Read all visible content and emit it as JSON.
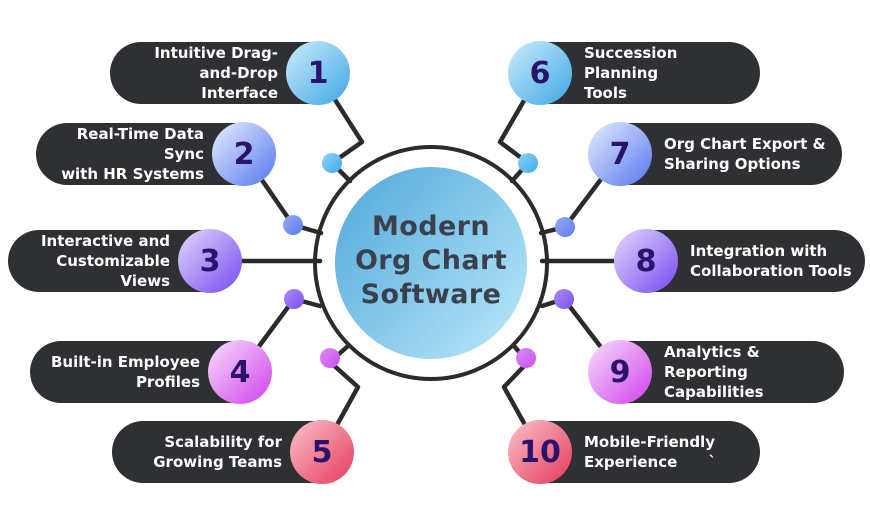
{
  "title": {
    "lines": [
      "Modern",
      "Org Chart",
      "Software"
    ]
  },
  "items": [
    {
      "number": "1",
      "lines": [
        "Intuitive Drag-",
        "and-Drop Interface"
      ],
      "color": "blue"
    },
    {
      "number": "2",
      "lines": [
        "Real-Time Data Sync",
        "with HR Systems"
      ],
      "color": "periwinkle"
    },
    {
      "number": "3",
      "lines": [
        "Interactive and",
        "Customizable Views"
      ],
      "color": "purple"
    },
    {
      "number": "4",
      "lines": [
        "Built-in Employee",
        "Profiles"
      ],
      "color": "magenta"
    },
    {
      "number": "5",
      "lines": [
        "Scalability for",
        "Growing Teams"
      ],
      "color": "red"
    },
    {
      "number": "6",
      "lines": [
        "Succession Planning",
        "Tools"
      ],
      "color": "blue"
    },
    {
      "number": "7",
      "lines": [
        "Org Chart Export &",
        "Sharing Options"
      ],
      "color": "periwinkle"
    },
    {
      "number": "8",
      "lines": [
        "Integration with",
        "Collaboration Tools"
      ],
      "color": "purple"
    },
    {
      "number": "9",
      "lines": [
        "Analytics & Reporting",
        "Capabilities"
      ],
      "color": "magenta"
    },
    {
      "number": "10",
      "lines": [
        "Mobile-Friendly",
        "Experience      `"
      ],
      "color": "red"
    }
  ],
  "colors": {
    "pill_background": "#2f3033",
    "pill_text": "#ffffff",
    "connector_line": "#2b2b2b",
    "number_text": "#2a146b",
    "title_text": "#3a414d",
    "center_circle_gradient": [
      "#4fa7db",
      "#b5e5f8"
    ],
    "circle_blue": [
      "#c6e9fa",
      "#44aae7"
    ],
    "circle_periwinkle": [
      "#e0e8fc",
      "#5b7df0"
    ],
    "circle_purple": [
      "#ddd1fb",
      "#7b4ff0"
    ],
    "circle_magenta": [
      "#f6d7fb",
      "#d148ee"
    ],
    "circle_red": [
      "#f9bcc6",
      "#e63f60"
    ],
    "dot_blue": "#54b9ee",
    "dot_periwinkle": "#677ff2",
    "dot_purple": "#8a5cf4",
    "dot_magenta": "#cb5df2"
  }
}
